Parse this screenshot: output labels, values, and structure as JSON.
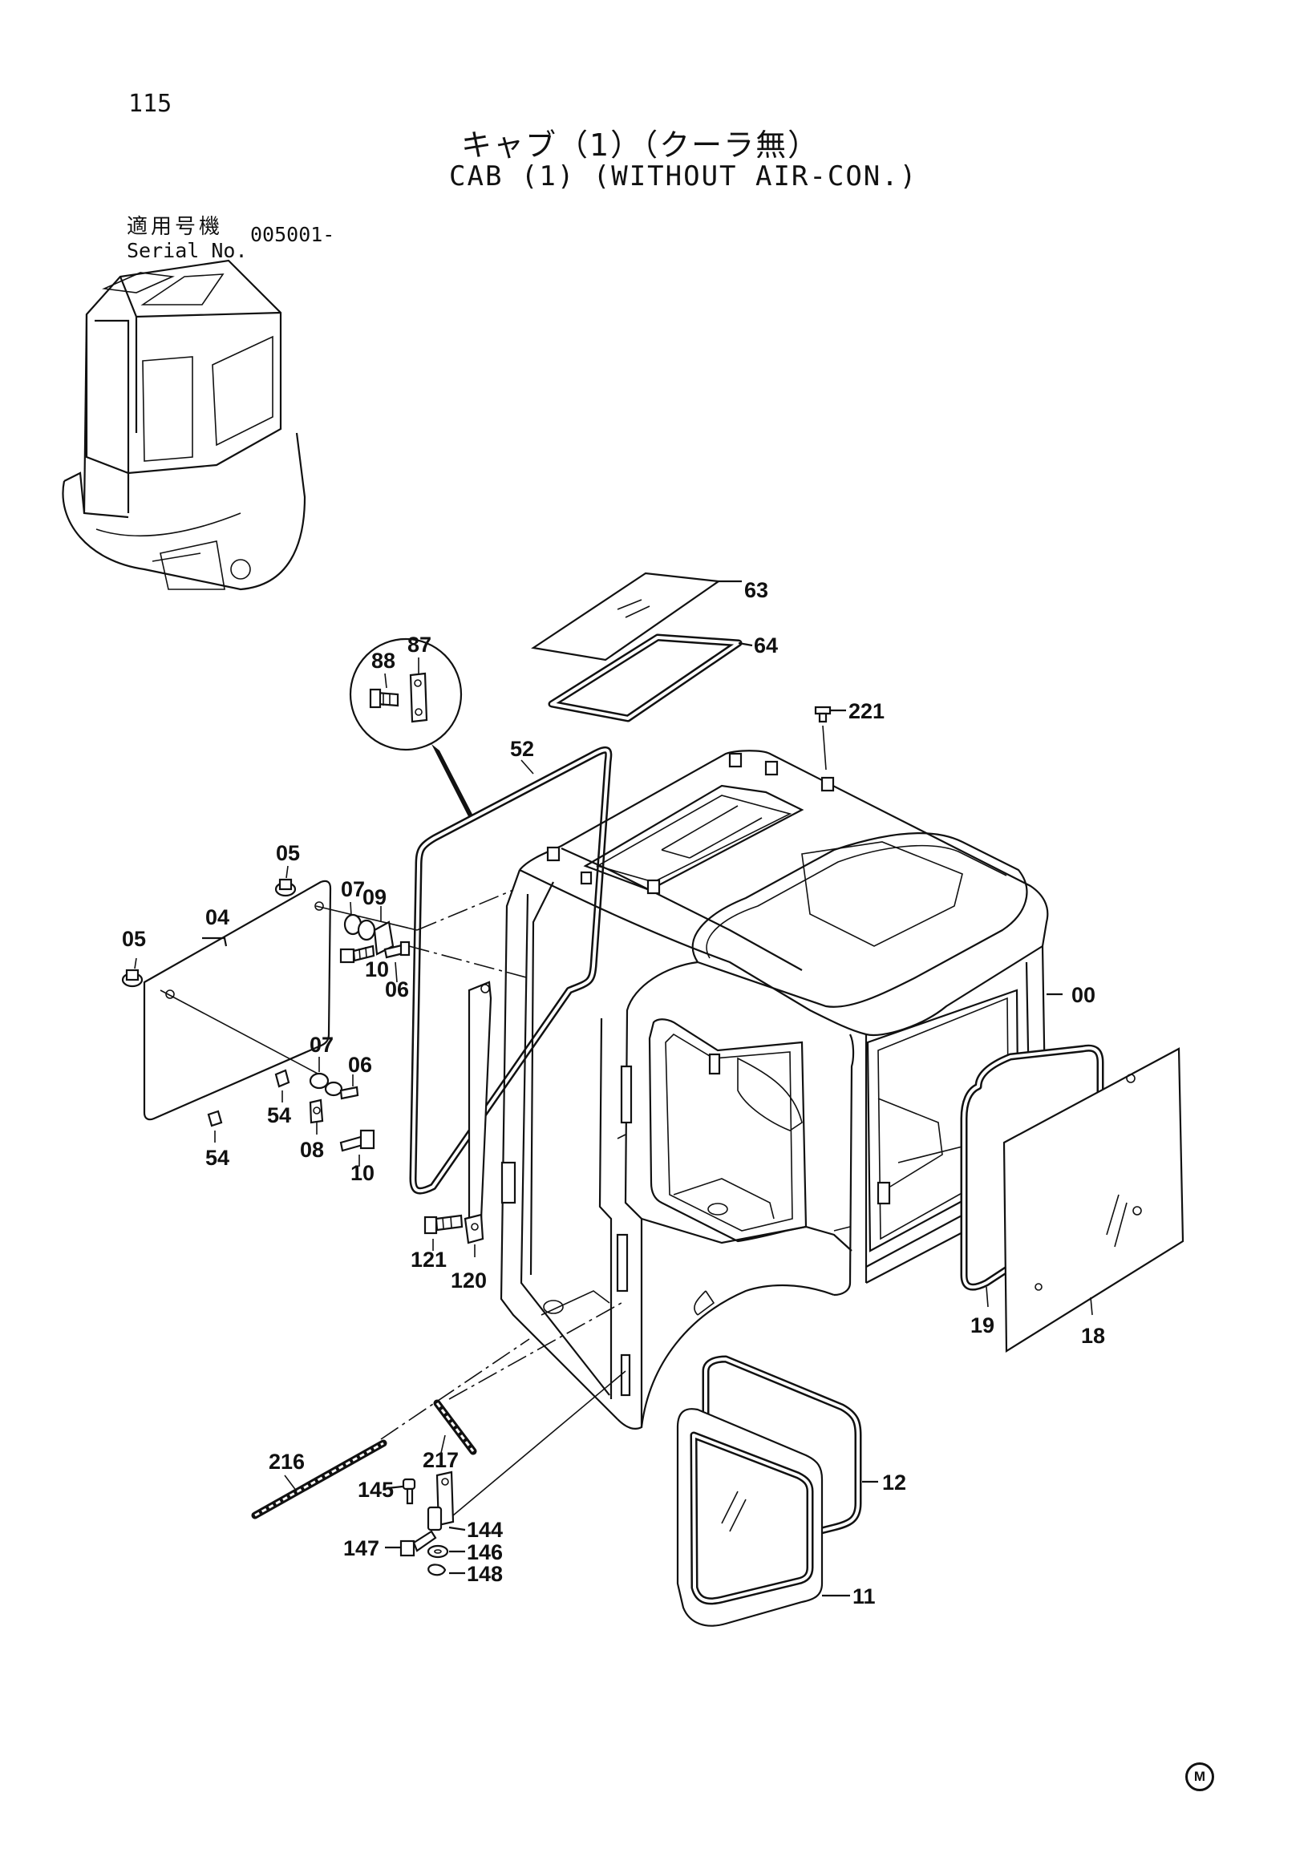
{
  "page_number": "115",
  "title_jp": "キャブ（1）（クーラ無）",
  "title_en": "CAB (1) (WITHOUT AIR-CON.)",
  "serial": {
    "label_jp": "適用号機",
    "label_en": "Serial No.",
    "value": "005001-"
  },
  "maker_mark": "M",
  "callouts": {
    "c00": "00",
    "c04": "04",
    "c05a": "05",
    "c05b": "05",
    "c06a": "06",
    "c06b": "06",
    "c07a": "07",
    "c07b": "07",
    "c08": "08",
    "c09": "09",
    "c10a": "10",
    "c10b": "10",
    "c11": "11",
    "c12": "12",
    "c18": "18",
    "c19": "19",
    "c52": "52",
    "c54a": "54",
    "c54b": "54",
    "c63": "63",
    "c64": "64",
    "c87": "87",
    "c88": "88",
    "c120": "120",
    "c121": "121",
    "c144": "144",
    "c145": "145",
    "c146": "146",
    "c147": "147",
    "c148": "148",
    "c216": "216",
    "c217": "217",
    "c221": "221"
  }
}
